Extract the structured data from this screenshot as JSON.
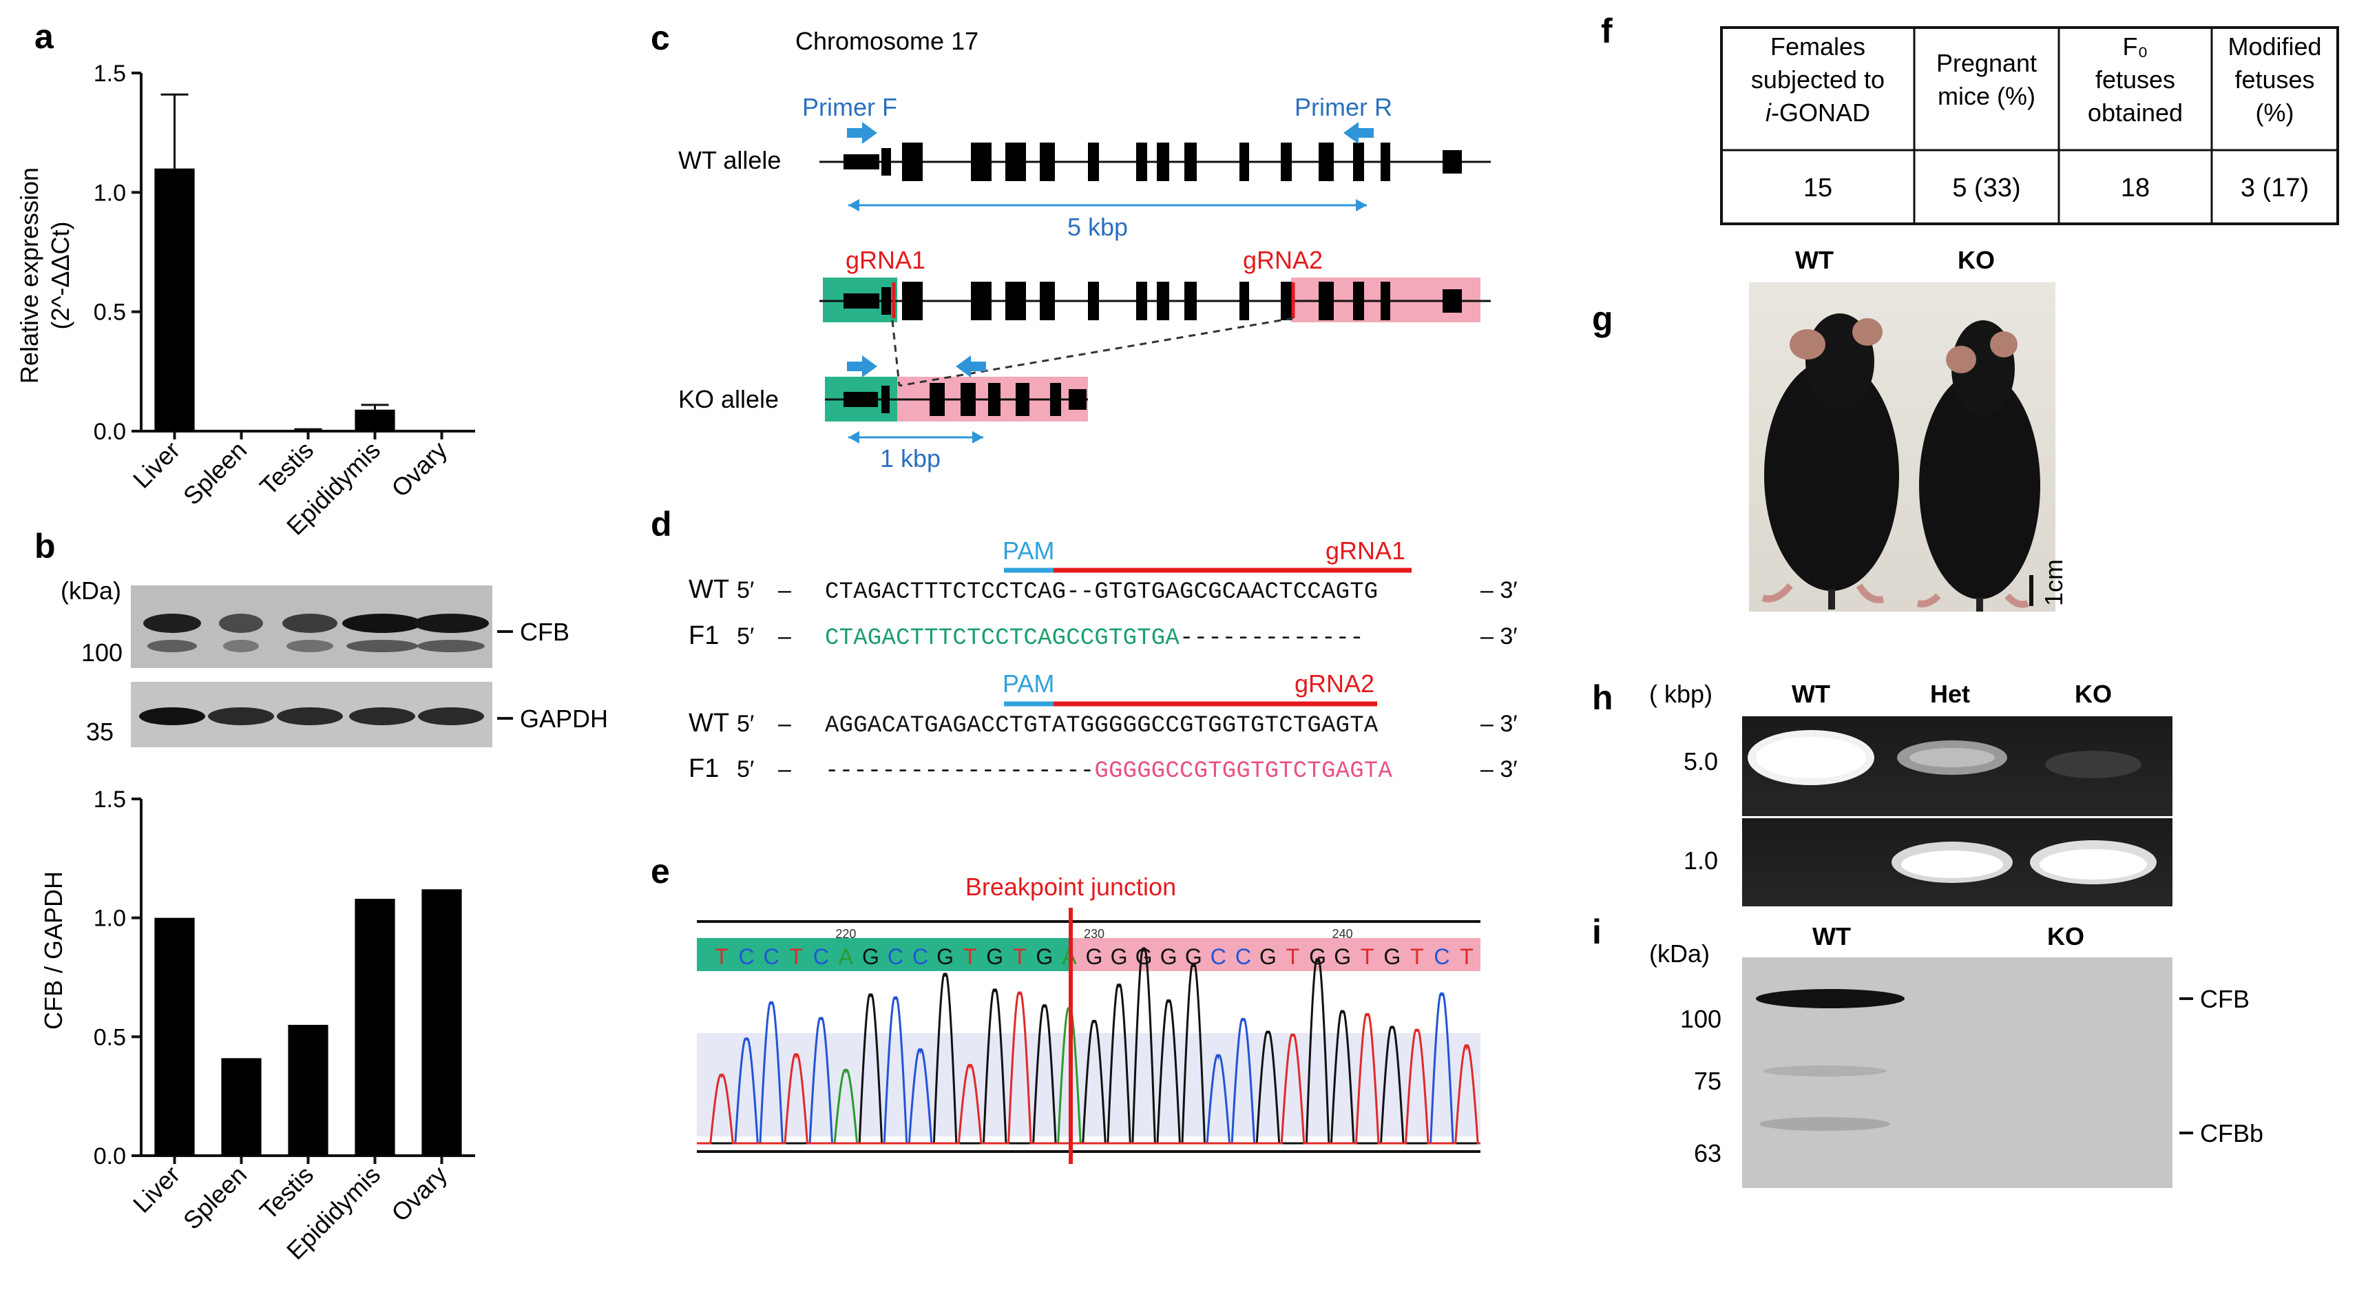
{
  "panel_labels": [
    "a",
    "b",
    "c",
    "d",
    "e",
    "f",
    "g",
    "h",
    "i"
  ],
  "colors": {
    "green_box": "#28b38a",
    "pink_box": "#f3a9b9",
    "blue": "#2f95d8",
    "red": "#e41a1c",
    "seq_green": "#1a9e6b",
    "seq_pink": "#e8527f"
  },
  "tissues": [
    "Liver",
    "Spleen",
    "Testis",
    "Epididymis",
    "Ovary"
  ],
  "panel_a": {
    "ylabel_line1": "Relative expression",
    "ylabel_line2": "(2^-ΔΔCt)",
    "yticks": [
      "0.0",
      "0.5",
      "1.0",
      "1.5"
    ]
  },
  "panel_b": {
    "kda_label": "(kDa)",
    "markers": [
      "100",
      "35"
    ],
    "bands": [
      "CFB",
      "GAPDH"
    ],
    "ylabel": "CFB / GAPDH",
    "yticks": [
      "0.0",
      "0.5",
      "1.0",
      "1.5"
    ]
  },
  "chart_data": [
    {
      "type": "bar",
      "categories": [
        "Liver",
        "Spleen",
        "Testis",
        "Epididymis",
        "Ovary"
      ],
      "values": [
        1.1,
        0.0,
        0.005,
        0.09,
        0.0
      ],
      "errors": [
        0.31,
        0.0,
        0.003,
        0.02,
        0.0
      ],
      "ylabel": "Relative expression (2^-ΔΔCt)",
      "ylim": [
        0,
        1.5
      ],
      "grid": false
    },
    {
      "type": "bar",
      "categories": [
        "Liver",
        "Spleen",
        "Testis",
        "Epididymis",
        "Ovary"
      ],
      "values": [
        1.0,
        0.41,
        0.55,
        1.08,
        1.12
      ],
      "ylabel": "CFB / GAPDH",
      "ylim": [
        0,
        1.5
      ],
      "grid": false
    }
  ],
  "panel_c": {
    "title": "Chromosome 17",
    "primer_f": "Primer F",
    "primer_r": "Primer R",
    "wt_allele": "WT allele",
    "ko_allele": "KO allele",
    "size_wt": "5 kbp",
    "size_ko": "1 kbp",
    "grna1": "gRNA1",
    "grna2": "gRNA2"
  },
  "panel_d": {
    "rows": [
      {
        "label": "WT",
        "five": "5′",
        "dash": "–",
        "seq": "CTAGACTTTCTCCTCAG--GTGTGAGCGCAACTCCAGTG",
        "three": "– 3′",
        "color": "#111111"
      },
      {
        "label": "F1",
        "five": "5′",
        "dash": "–",
        "seq": "CTAGACTTTCTCCTCAGCCGTGTGA-------------",
        "three": "– 3′",
        "color": "mixed1"
      },
      {
        "label": "WT",
        "five": "5′",
        "dash": "–",
        "seq": "AGGACATGAGACCTGTATGGGGGCCGTGGTGTCTGAGTA",
        "three": "– 3′",
        "color": "#111111"
      },
      {
        "label": "F1",
        "five": "5′",
        "dash": "–",
        "seq": "-------------------GGGGGCCGTGGTGTCTGAGTA",
        "three": "– 3′",
        "color": "mixed2"
      }
    ],
    "pam": "PAM",
    "grna1": "gRNA1",
    "grna2": "gRNA2"
  },
  "panel_e": {
    "title": "Breakpoint junction",
    "bases": "TCCTCAGCCGTGTGAGGGGGCCGTGGTGTCT",
    "pos": [
      "220",
      "230",
      "240"
    ]
  },
  "panel_f": {
    "headers": [
      [
        "Females",
        "subjected to",
        "i-GONAD"
      ],
      [
        "Pregnant",
        "mice (%)"
      ],
      [
        "F₀",
        "fetuses",
        "obtained"
      ],
      [
        "Modified",
        "fetuses",
        "(%)"
      ]
    ],
    "values": [
      "15",
      "5 (33)",
      "18",
      "3 (17)"
    ]
  },
  "panel_g": {
    "wt": "WT",
    "ko": "KO",
    "scale": "1cm"
  },
  "panel_h": {
    "unit": "( kbp)",
    "lanes": [
      "WT",
      "Het",
      "KO"
    ],
    "sizes": [
      "5.0",
      "1.0"
    ]
  },
  "panel_i": {
    "kda_label": "(kDa)",
    "lanes": [
      "WT",
      "KO"
    ],
    "markers": [
      "100",
      "75",
      "63"
    ],
    "bands": [
      "CFB",
      "CFBb"
    ]
  }
}
